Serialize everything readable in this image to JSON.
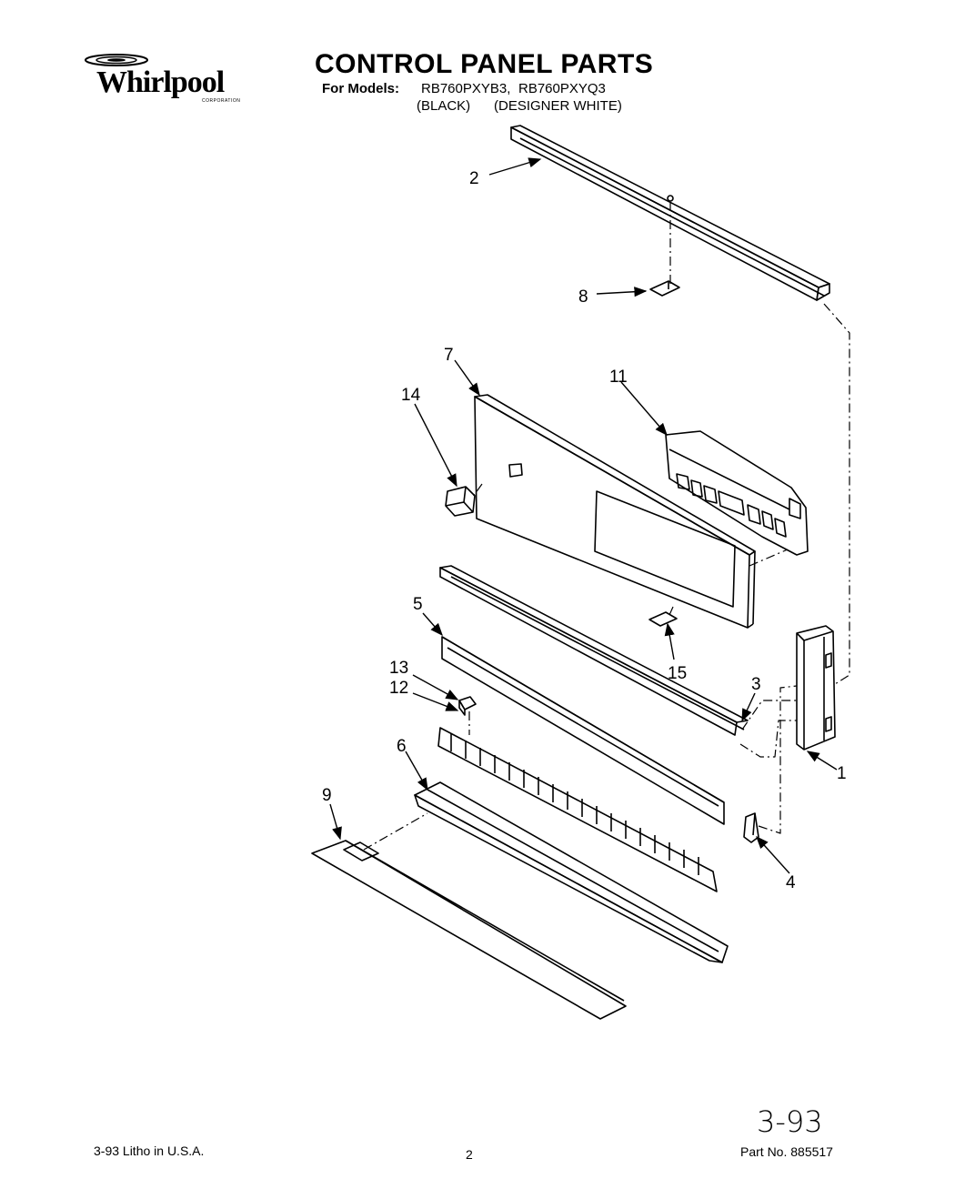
{
  "header": {
    "brand": "Whirlpool",
    "brand_sub": "CORPORATION",
    "title": "CONTROL PANEL PARTS",
    "models_label": "For Models:",
    "model_1": "RB760PXYB3,",
    "model_2": "RB760PXYQ3",
    "color_1": "(BLACK)",
    "color_2": "(DESIGNER WHITE)"
  },
  "callouts": {
    "c1": "1",
    "c2": "2",
    "c3": "3",
    "c4": "4",
    "c5": "5",
    "c6": "6",
    "c7": "7",
    "c8": "8",
    "c9": "9",
    "c11": "11",
    "c12": "12",
    "c13": "13",
    "c14": "14",
    "c15": "15"
  },
  "footer": {
    "left": "3-93  Litho in U.S.A.",
    "page": "2",
    "part": "Part No. 885517",
    "handwritten": "3-93"
  },
  "colors": {
    "ink": "#000000",
    "paper": "#ffffff"
  }
}
